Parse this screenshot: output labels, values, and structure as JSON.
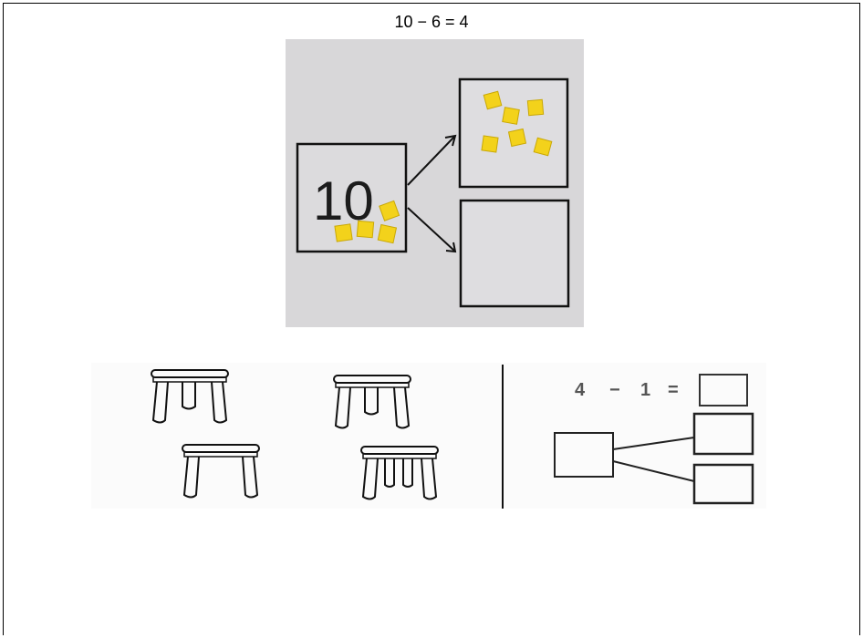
{
  "equation": "10 − 6 = 4",
  "photo": {
    "whole_box_number": "10",
    "background_color": "#d8d7d9",
    "cube_color": "#f3d21b",
    "cubes_in_top_part": 6,
    "cubes_in_whole_box": 4
  },
  "worksheet": {
    "stools_count": 4,
    "equation_left": "4",
    "equation_operator": "−",
    "equation_right": "1",
    "equation_equals": "="
  }
}
